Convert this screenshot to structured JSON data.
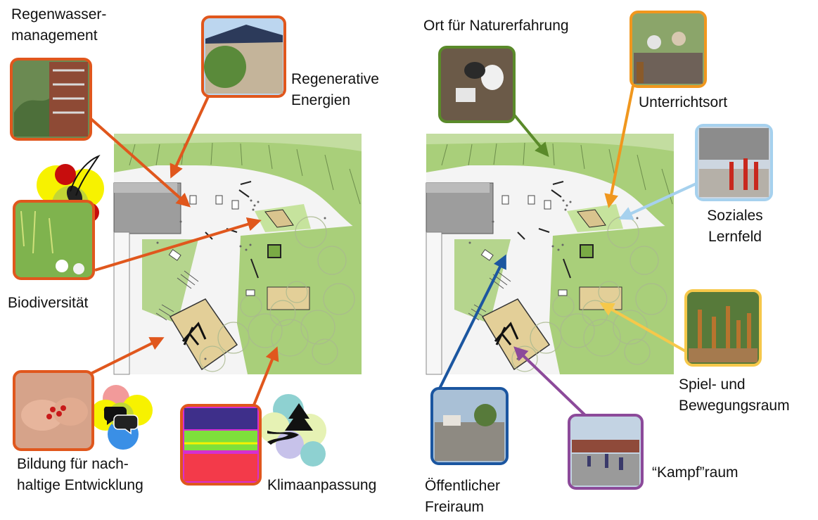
{
  "colors": {
    "orange": "#e0571d",
    "green": "#5a8a2a",
    "light_orange": "#f0971e",
    "light_blue": "#a6d1ee",
    "yellow": "#f6c84a",
    "blue": "#1b56a0",
    "purple": "#8c4a9a",
    "grass": "#a9cf7a",
    "paving": "#ececec",
    "building": "#9d9d9d",
    "sand": "#e3cf98"
  },
  "left_panel": {
    "labels": {
      "regenwasser": [
        "Regenwasser-",
        "management"
      ],
      "regenerative": [
        "Regenerative",
        "Energien"
      ],
      "biodiversitaet": [
        "Biodiversität"
      ],
      "bildung": [
        "Bildung für nach-",
        "haltige Entwicklung"
      ],
      "klima": [
        "Klimaanpassung"
      ]
    },
    "icons": {
      "biodiversity_icon": "bee-and-circles-icon",
      "education_icon": "speech-bubbles-icon",
      "climate_icon": "tree-and-river-icon"
    }
  },
  "right_panel": {
    "labels": {
      "natur": [
        "Ort für Naturerfahrung"
      ],
      "unterricht": [
        "Unterrichtsort"
      ],
      "sozial": [
        "Soziales",
        "Lernfeld"
      ],
      "spiel": [
        "Spiel- und",
        "Bewegungsraum"
      ],
      "kampf": [
        "“Kampf”raum"
      ],
      "oeffentlich": [
        "Öffentlicher",
        "Freiraum"
      ]
    }
  }
}
